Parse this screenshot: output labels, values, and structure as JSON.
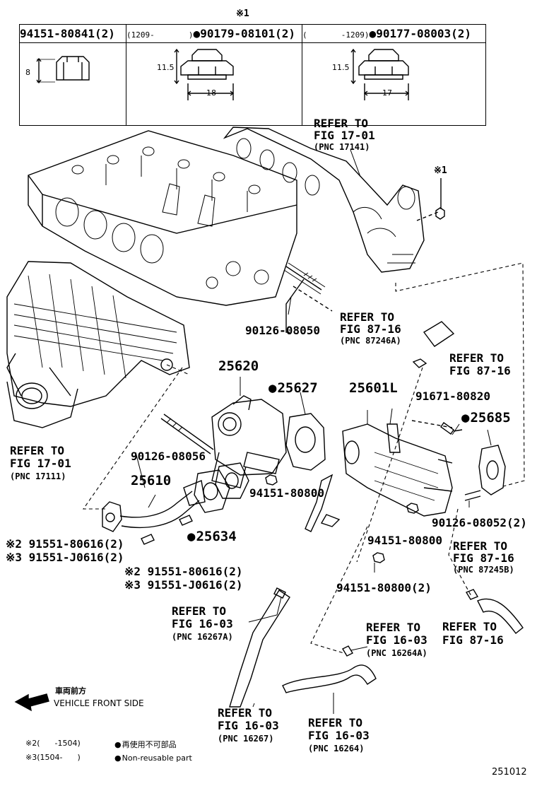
{
  "header_note_mark": "※1",
  "header_table": {
    "col1": {
      "part": "94151-80841(2)",
      "height": "8"
    },
    "col2": {
      "range": "(1209-",
      "range_end": ")",
      "part": "90179-08101(2)",
      "height": "11.5",
      "width": "18"
    },
    "col3": {
      "range": "(",
      "range_end": "-1209)",
      "part": "90177-08003(2)",
      "height": "11.5",
      "width": "17"
    }
  },
  "labels": {
    "refer_17_01_top": [
      "REFER TO",
      "FIG 17-01",
      "(PNC 17141)"
    ],
    "note1_nut": "※1",
    "p_90126_08050": "90126-08050",
    "refer_87_16_hose": [
      "REFER TO",
      "FIG 87-16",
      "(PNC 87246A)"
    ],
    "refer_87_16_clip": [
      "REFER TO",
      "FIG 87-16"
    ],
    "p_25620": "25620",
    "p_25627": "25627",
    "p_25601L": "25601L",
    "p_91671_80820": "91671-80820",
    "p_25685": "25685",
    "refer_17_01_left": [
      "REFER TO",
      "FIG 17-01",
      "(PNC 17111)"
    ],
    "p_90126_08056": "90126-08056",
    "p_25610": "25610",
    "p_94151_80800_a": "94151-80800",
    "p_90126_08052": "90126-08052(2)",
    "p_25634": "25634",
    "p_94151_80800_b": "94151-80800",
    "refer_87_16_b": [
      "REFER TO",
      "FIG 87-16",
      "(PNC 87245B)"
    ],
    "left_bolts": [
      "※2 91551-80616(2)",
      "※3 91551-J0616(2)"
    ],
    "mid_bolts": [
      "※2 91551-80616(2)",
      "※3 91551-J0616(2)"
    ],
    "p_94151_80800_2": "94151-80800(2)",
    "refer_16_03_a": [
      "REFER TO",
      "FIG 16-03",
      "(PNC 16267A)"
    ],
    "refer_16_03_b": [
      "REFER TO",
      "FIG 16-03",
      "(PNC 16264A)"
    ],
    "refer_87_16_c": [
      "REFER TO",
      "FIG 87-16"
    ],
    "refer_16_03_c": [
      "REFER TO",
      "FIG 16-03",
      "(PNC 16267)"
    ],
    "refer_16_03_d": [
      "REFER TO",
      "FIG 16-03",
      "(PNC 16264)"
    ]
  },
  "legend": {
    "front_jp": "車両前方",
    "front_en": "VEHICLE FRONT SIDE",
    "note2": "※2(      -1504)",
    "note3": "※3(1504-      )",
    "nonreuse_jp": "再使用不可部品",
    "nonreuse_en": "Non-reusable part"
  },
  "figure_code": "251012"
}
